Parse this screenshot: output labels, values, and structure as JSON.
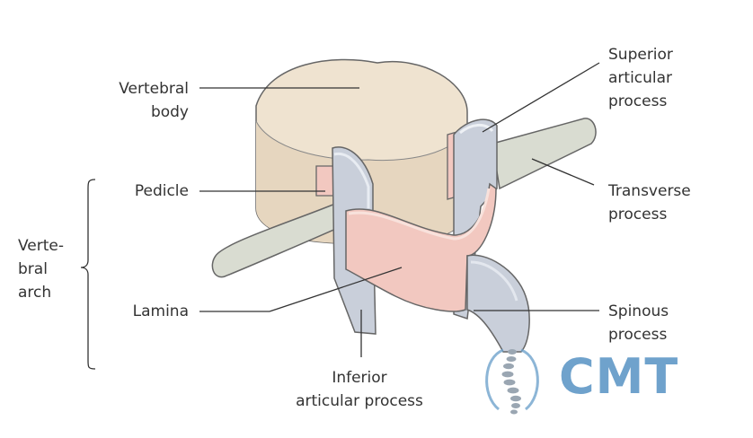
{
  "labels": {
    "vertebral_body": [
      "Vertebral",
      "body"
    ],
    "pedicle": "Pedicle",
    "vertebral_arch": [
      "Verte-",
      "bral",
      "arch"
    ],
    "lamina": "Lamina",
    "inferior_articular_process": [
      "Inferior",
      "articular process"
    ],
    "superior_articular_process": [
      "Superior",
      "articular",
      "process"
    ],
    "transverse_process": [
      "Transverse",
      "process"
    ],
    "spinous_process": [
      "Spinous",
      "process"
    ]
  },
  "logo": {
    "text": "CMT",
    "color": "#6fa2cc",
    "spine_color": "#9aa6b2"
  },
  "colors": {
    "body_fill": "#efe3d0",
    "body_shade": "#d9c9b1",
    "outline": "#555555",
    "transverse_fill": "#d9dcd1",
    "articular_fill": "#c9cfda",
    "articular_light": "#e3e7ee",
    "lamina_fill": "#f2c8c0",
    "leader_line": "#333333"
  }
}
